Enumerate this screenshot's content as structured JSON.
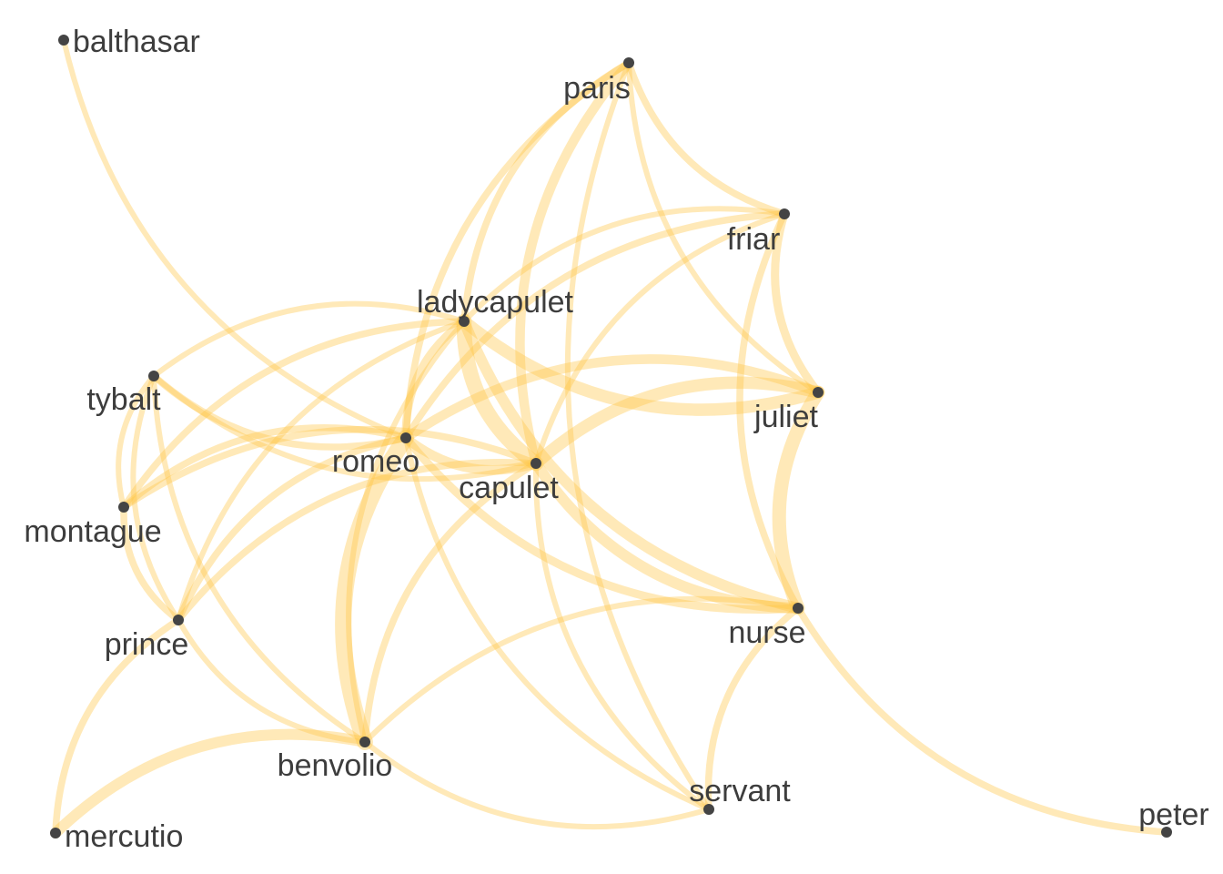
{
  "diagram": {
    "type": "network",
    "edge_color": "#ffc444",
    "node_color": "#444444",
    "label_color": "#3d3d3d",
    "nodes": [
      {
        "id": "balthasar",
        "label": "balthasar"
      },
      {
        "id": "paris",
        "label": "paris"
      },
      {
        "id": "friar",
        "label": "friar"
      },
      {
        "id": "ladycapulet",
        "label": "ladycapulet"
      },
      {
        "id": "tybalt",
        "label": "tybalt"
      },
      {
        "id": "juliet",
        "label": "juliet"
      },
      {
        "id": "romeo",
        "label": "romeo"
      },
      {
        "id": "capulet",
        "label": "capulet"
      },
      {
        "id": "montague",
        "label": "montague"
      },
      {
        "id": "nurse",
        "label": "nurse"
      },
      {
        "id": "prince",
        "label": "prince"
      },
      {
        "id": "benvolio",
        "label": "benvolio"
      },
      {
        "id": "servant",
        "label": "servant"
      },
      {
        "id": "mercutio",
        "label": "mercutio"
      },
      {
        "id": "peter",
        "label": "peter"
      }
    ],
    "edges": [
      {
        "source": "balthasar",
        "target": "romeo",
        "weight": 2
      },
      {
        "source": "paris",
        "target": "friar",
        "weight": 3
      },
      {
        "source": "paris",
        "target": "ladycapulet",
        "weight": 3
      },
      {
        "source": "paris",
        "target": "capulet",
        "weight": 5
      },
      {
        "source": "paris",
        "target": "romeo",
        "weight": 3
      },
      {
        "source": "paris",
        "target": "juliet",
        "weight": 2
      },
      {
        "source": "paris",
        "target": "servant",
        "weight": 2
      },
      {
        "source": "friar",
        "target": "juliet",
        "weight": 4
      },
      {
        "source": "friar",
        "target": "nurse",
        "weight": 3
      },
      {
        "source": "friar",
        "target": "romeo",
        "weight": 3
      },
      {
        "source": "friar",
        "target": "ladycapulet",
        "weight": 2
      },
      {
        "source": "friar",
        "target": "capulet",
        "weight": 2
      },
      {
        "source": "ladycapulet",
        "target": "capulet",
        "weight": 9
      },
      {
        "source": "ladycapulet",
        "target": "juliet",
        "weight": 7
      },
      {
        "source": "ladycapulet",
        "target": "nurse",
        "weight": 6
      },
      {
        "source": "ladycapulet",
        "target": "romeo",
        "weight": 4
      },
      {
        "source": "ladycapulet",
        "target": "montague",
        "weight": 3
      },
      {
        "source": "ladycapulet",
        "target": "tybalt",
        "weight": 2
      },
      {
        "source": "ladycapulet",
        "target": "prince",
        "weight": 2
      },
      {
        "source": "ladycapulet",
        "target": "benvolio",
        "weight": 2
      },
      {
        "source": "tybalt",
        "target": "romeo",
        "weight": 3
      },
      {
        "source": "tybalt",
        "target": "capulet",
        "weight": 2
      },
      {
        "source": "tybalt",
        "target": "montague",
        "weight": 2
      },
      {
        "source": "tybalt",
        "target": "prince",
        "weight": 2
      },
      {
        "source": "tybalt",
        "target": "benvolio",
        "weight": 2
      },
      {
        "source": "juliet",
        "target": "nurse",
        "weight": 8
      },
      {
        "source": "juliet",
        "target": "capulet",
        "weight": 7
      },
      {
        "source": "juliet",
        "target": "romeo",
        "weight": 5
      },
      {
        "source": "romeo",
        "target": "capulet",
        "weight": 5
      },
      {
        "source": "romeo",
        "target": "benvolio",
        "weight": 10
      },
      {
        "source": "romeo",
        "target": "montague",
        "weight": 3
      },
      {
        "source": "romeo",
        "target": "prince",
        "weight": 3
      },
      {
        "source": "romeo",
        "target": "nurse",
        "weight": 4
      },
      {
        "source": "romeo",
        "target": "servant",
        "weight": 2
      },
      {
        "source": "capulet",
        "target": "nurse",
        "weight": 6
      },
      {
        "source": "capulet",
        "target": "montague",
        "weight": 3
      },
      {
        "source": "capulet",
        "target": "prince",
        "weight": 3
      },
      {
        "source": "capulet",
        "target": "benvolio",
        "weight": 3
      },
      {
        "source": "capulet",
        "target": "servant",
        "weight": 2
      },
      {
        "source": "montague",
        "target": "prince",
        "weight": 3
      },
      {
        "source": "nurse",
        "target": "benvolio",
        "weight": 2
      },
      {
        "source": "nurse",
        "target": "servant",
        "weight": 3
      },
      {
        "source": "nurse",
        "target": "peter",
        "weight": 3
      },
      {
        "source": "prince",
        "target": "mercutio",
        "weight": 3
      },
      {
        "source": "prince",
        "target": "benvolio",
        "weight": 2
      },
      {
        "source": "benvolio",
        "target": "mercutio",
        "weight": 6
      },
      {
        "source": "benvolio",
        "target": "servant",
        "weight": 2
      }
    ]
  }
}
